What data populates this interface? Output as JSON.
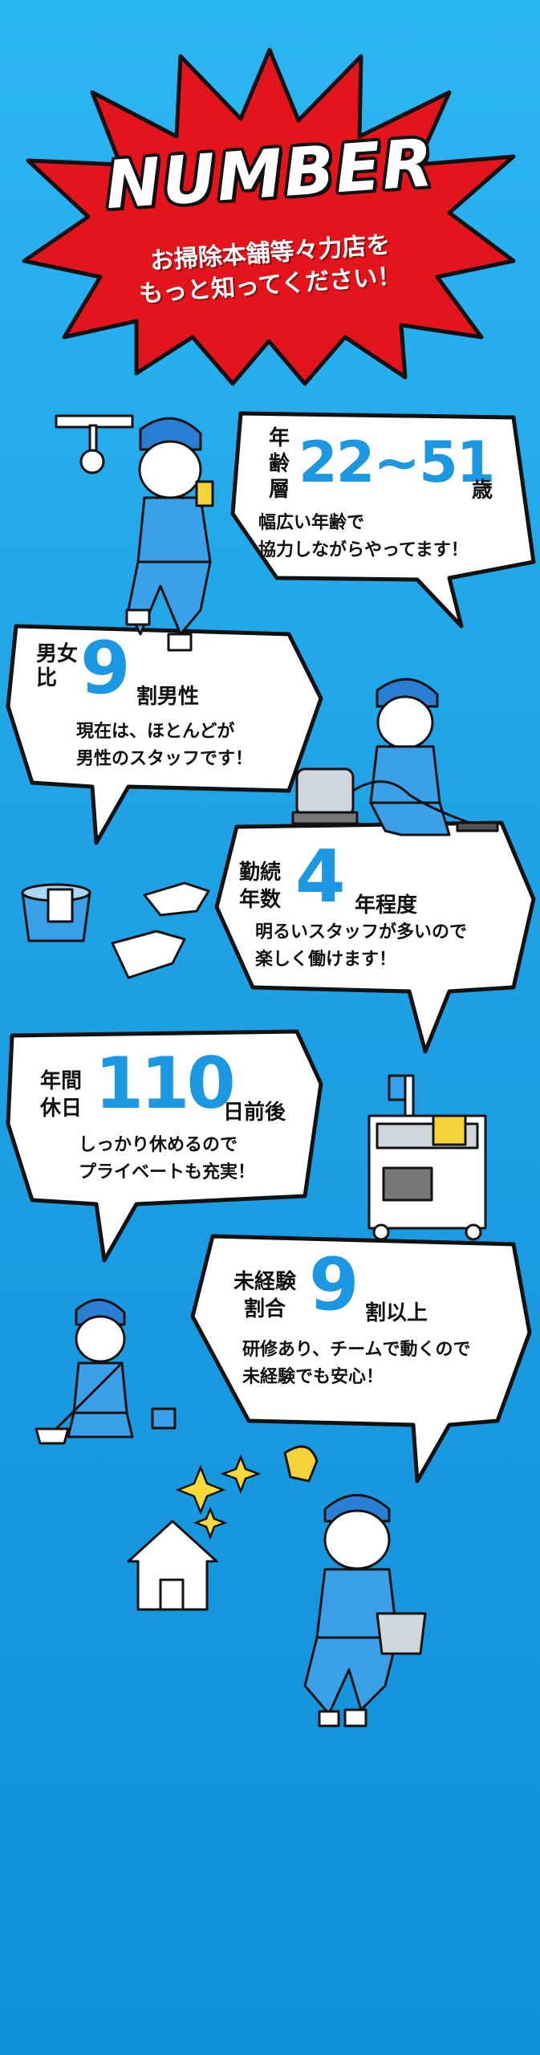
{
  "hero": {
    "title": "NUMBER",
    "subtitle_line1": "お掃除本舗等々力店を",
    "subtitle_line2": "もっと知ってください！"
  },
  "stats": [
    {
      "label_lines": [
        "年",
        "齢",
        "層"
      ],
      "value": "22~51",
      "unit": "歳",
      "desc_line1": "幅広い年齢で",
      "desc_line2": "協力しながらやってます！"
    },
    {
      "label_lines": [
        "男",
        "女",
        "比"
      ],
      "value": "9",
      "unit": "割男性",
      "desc_line1": "現在は、ほとんどが",
      "desc_line2": "男性のスタッフです！"
    },
    {
      "label_lines": [
        "勤続",
        "年数"
      ],
      "value": "4",
      "unit": "年程度",
      "desc_line1": "明るいスタッフが多いので",
      "desc_line2": "楽しく働けます！"
    },
    {
      "label_lines": [
        "年間",
        "休日"
      ],
      "value": "110",
      "unit": "日前後",
      "desc_line1": "しっかり休めるので",
      "desc_line2": "プライベートも充実！"
    },
    {
      "label_lines": [
        "未経験",
        "割合"
      ],
      "value": "9",
      "unit": "割以上",
      "desc_line1": "研修あり、チームで動くので",
      "desc_line2": "未経験でも安心！"
    }
  ],
  "colors": {
    "background": "#1fa3e6",
    "burst": "#e3141c",
    "number": "#1c98e3"
  }
}
